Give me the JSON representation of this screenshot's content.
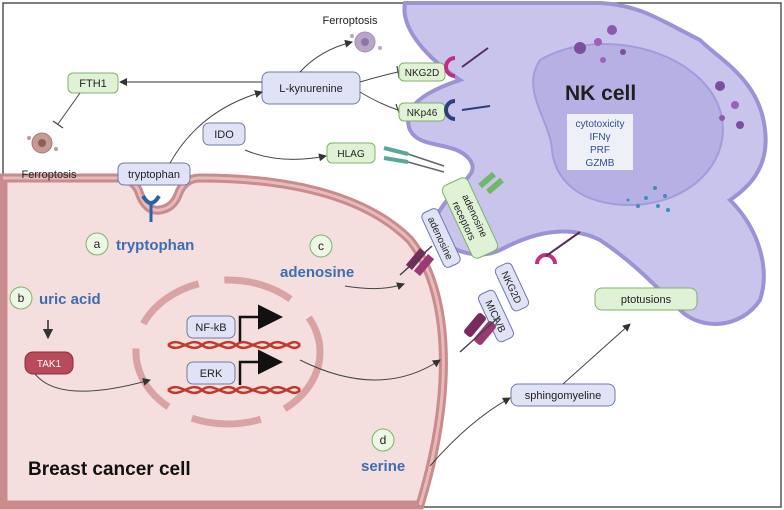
{
  "cells": {
    "nk": "NK cell",
    "cancer": "Breast cancer cell"
  },
  "labels": {
    "ferroptosis_top": "Ferroptosis",
    "ferroptosis_left": "Ferroptosis",
    "fth1": "FTH1",
    "l_kynurenine": "L-kynurenine",
    "ido": "IDO",
    "tryptophan_box": "tryptophan",
    "nkg2d_top": "NKG2D",
    "nkp46": "NKp46",
    "hlag": "HLAG",
    "adenosine_receptors_1": "adenosine",
    "adenosine_receptors_2": "receptors",
    "adenosine_box": "adenosine",
    "nkg2d_right": "NKG2D",
    "mica_b": "MICA/B",
    "ptotusions": "ptotusions",
    "sphingomyeline": "sphingomyeline",
    "tak1": "TAK1",
    "nfkb": "NF-kB",
    "erk": "ERK"
  },
  "effector": [
    "cytotoxicity",
    "IFNγ",
    "PRF",
    "GZMB"
  ],
  "steps": {
    "a": {
      "letter": "a",
      "text": "tryptophan"
    },
    "b": {
      "letter": "b",
      "text": "uric acid"
    },
    "c": {
      "letter": "c",
      "text": "adenosine"
    },
    "d": {
      "letter": "d",
      "text": "serine"
    }
  },
  "colors": {
    "nk_fill": "#c9c4ec",
    "nk_stroke": "#9b93d6",
    "cancer_fill": "#f4dede",
    "cancer_stroke": "#c98b8b",
    "green_box": "#dff2d6",
    "green_stroke": "#7fb26b",
    "blue_box": "#dfe3f5",
    "blue_stroke": "#6f79a8",
    "step_text": "#3d6db3",
    "dna_red": "#c0392b"
  }
}
